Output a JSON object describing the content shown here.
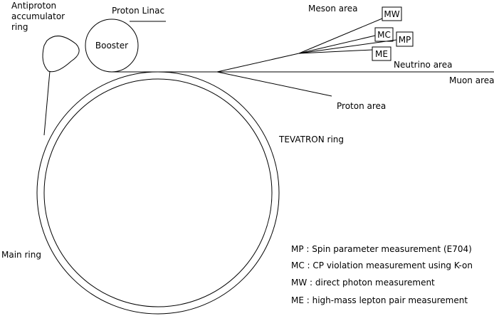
{
  "labels": {
    "antiproton_line1": "Antiproton",
    "antiproton_line2": "accumulator",
    "antiproton_line3": "ring",
    "proton_linac": "Proton Linac",
    "booster": "Booster",
    "meson_area": "Meson area",
    "neutrino_area": "Neutrino area",
    "muon_area": "Muon area",
    "proton_area": "Proton area",
    "tevatron_ring": "TEVATRON ring",
    "main_ring": "Main ring"
  },
  "experiment_boxes": {
    "mw": "MW",
    "mc": "MC",
    "mp": "MP",
    "me": "ME"
  },
  "legend": [
    "MP : Spin parameter measurement  (E704)",
    "MC : CP violation measurement using K-on",
    "MW : direct photon measurement",
    "ME : high-mass lepton pair measurement"
  ]
}
